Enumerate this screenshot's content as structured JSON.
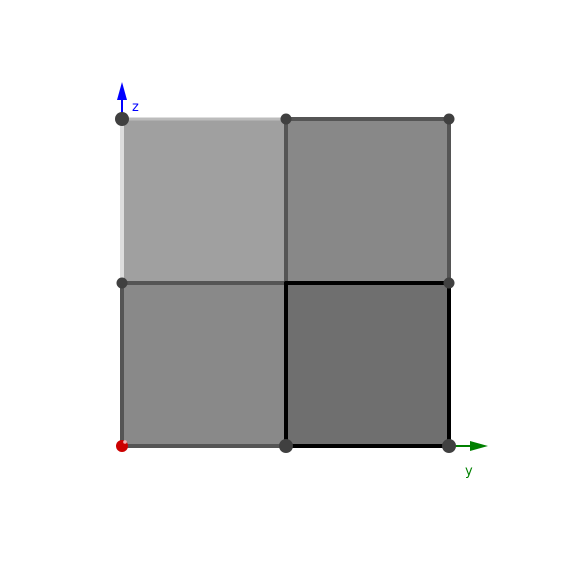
{
  "axes": {
    "z": {
      "label": "z",
      "color": "#0000ff"
    },
    "y": {
      "label": "y",
      "color": "#008000"
    }
  },
  "origin_point": {
    "color": "#cc0000"
  },
  "faces": [
    {
      "id": "top-left",
      "fill": "#a0a0a0"
    },
    {
      "id": "top-right",
      "fill": "#888888"
    },
    {
      "id": "bottom-left",
      "fill": "#898989"
    },
    {
      "id": "bottom-right",
      "fill": "#6f6f6f"
    }
  ],
  "colors": {
    "edge": "#555555",
    "edge_dark": "#000000",
    "edge_light": "#dddddd",
    "vertex": "#404040"
  }
}
